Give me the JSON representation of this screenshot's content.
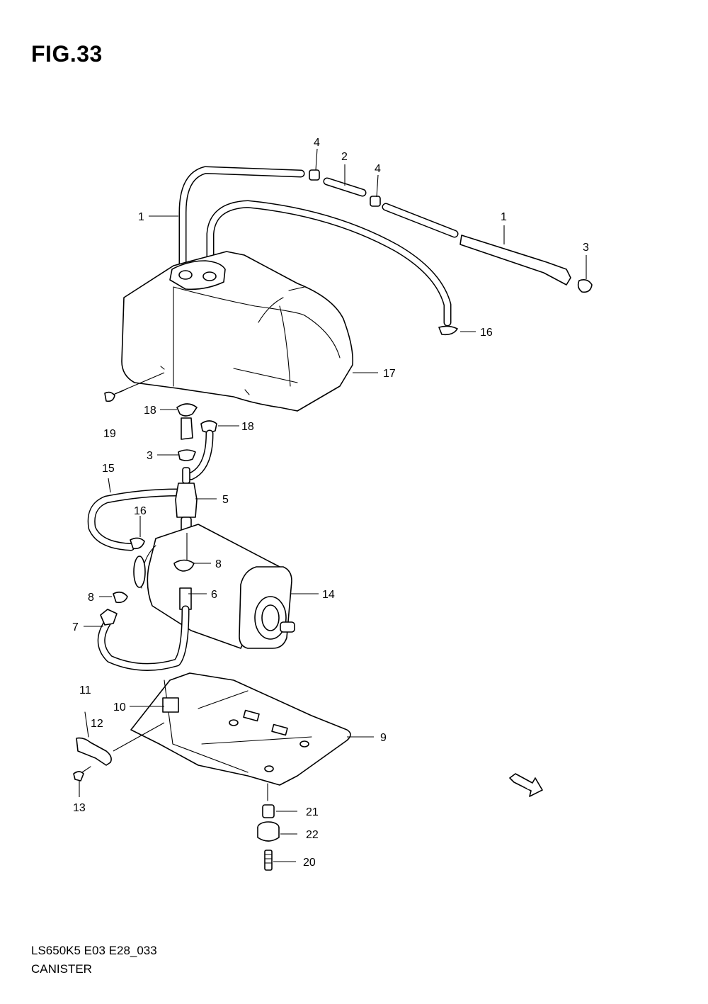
{
  "figure": {
    "title": "FIG.33"
  },
  "footer": {
    "code": "LS650K5 E03 E28_033",
    "name": "CANISTER"
  },
  "fwd_label": "FWD",
  "callouts": [
    {
      "id": "c1a",
      "num": "1"
    },
    {
      "id": "c1b",
      "num": "1"
    },
    {
      "id": "c2",
      "num": "2"
    },
    {
      "id": "c3a",
      "num": "3"
    },
    {
      "id": "c3b",
      "num": "3"
    },
    {
      "id": "c4a",
      "num": "4"
    },
    {
      "id": "c4b",
      "num": "4"
    },
    {
      "id": "c5",
      "num": "5"
    },
    {
      "id": "c6",
      "num": "6"
    },
    {
      "id": "c7",
      "num": "7"
    },
    {
      "id": "c8a",
      "num": "8"
    },
    {
      "id": "c8b",
      "num": "8"
    },
    {
      "id": "c9",
      "num": "9"
    },
    {
      "id": "c10",
      "num": "10"
    },
    {
      "id": "c11",
      "num": "11"
    },
    {
      "id": "c12",
      "num": "12"
    },
    {
      "id": "c13",
      "num": "13"
    },
    {
      "id": "c14",
      "num": "14"
    },
    {
      "id": "c15",
      "num": "15"
    },
    {
      "id": "c16a",
      "num": "16"
    },
    {
      "id": "c16b",
      "num": "16"
    },
    {
      "id": "c17",
      "num": "17"
    },
    {
      "id": "c18a",
      "num": "18"
    },
    {
      "id": "c18b",
      "num": "18"
    },
    {
      "id": "c19",
      "num": "19"
    },
    {
      "id": "c20",
      "num": "20"
    },
    {
      "id": "c21",
      "num": "21"
    },
    {
      "id": "c22",
      "num": "22"
    }
  ]
}
